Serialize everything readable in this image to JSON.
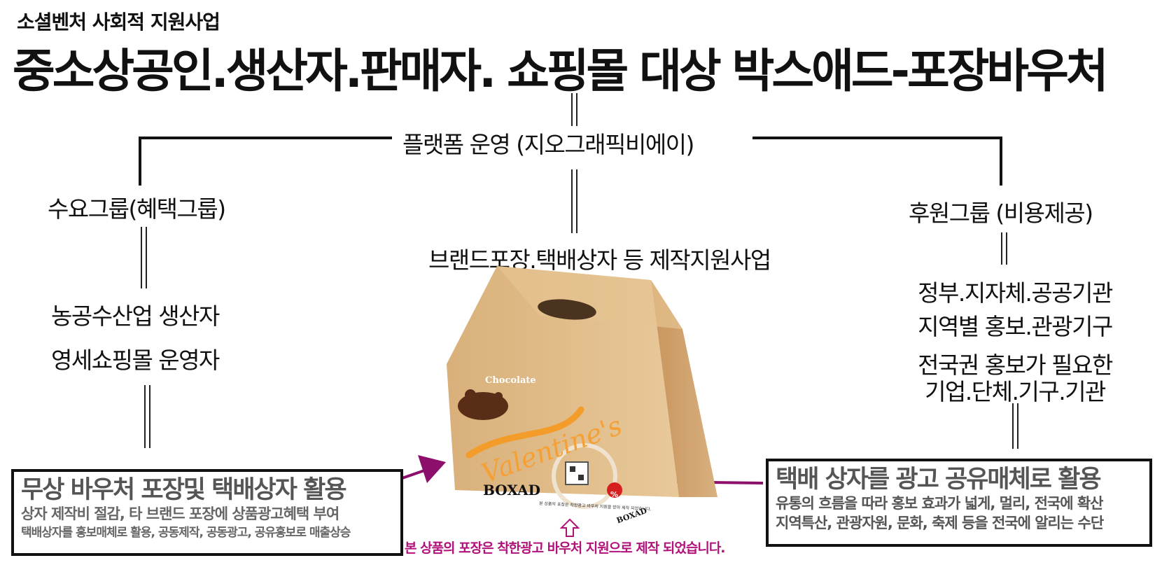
{
  "header": {
    "subtitle": "소셜벤처 사회적 지원사업",
    "title": "중소상공인.생산자.판매자. 쇼핑몰 대상 박스애드-포장바우처"
  },
  "platform": {
    "label": "플랫폼 운영 (지오그래픽비에이)"
  },
  "left_group": {
    "title": "수요그룹(혜택그룹)",
    "items": [
      "농공수산업 생산자",
      "영세쇼핑몰 운영자"
    ]
  },
  "center": {
    "label": "브랜드포장.택배상자 등 제작지원사업",
    "box_brand": "BOXAD",
    "box_deco_1": "Chocolate",
    "box_deco_2": "Valentine's",
    "box_fine_print": "본 상품의 포장은 착한광고 바우처 지원을 받아 제작 되었습니다.",
    "percent": "%",
    "notice": "본 상품의 포장은 착한광고 바우처 지원으로 제작 되었습니다."
  },
  "right_group": {
    "title": "후원그룹 (비용제공)",
    "items": [
      "정부.지자체.공공기관",
      "지역별 홍보.관광기구",
      "전국권 홍보가 필요한",
      "기업.단체.기구.기관"
    ]
  },
  "left_box": {
    "head": "무상 바우처 포장및 택배상자 활용",
    "line1": "상자 제작비 절감, 타 브랜드 포장에 상품광고혜택 부여",
    "line2": "택배상자를 홍보매체로 활용, 공동제작, 공동광고, 공유홍보로 매출상승"
  },
  "right_box": {
    "head": "택배 상자를 광고 공유매체로 활용",
    "line1": "유통의 흐름을 따라 홍보 효과가 넓게, 멀리, 전국에 확산",
    "line2": "지역특산, 관광자원, 문화, 축제 등을 전국에 알리는 수단"
  },
  "colors": {
    "arrow": "#8b0f6b",
    "box_craft": "#d9b07a",
    "notice": "#b1127a"
  }
}
